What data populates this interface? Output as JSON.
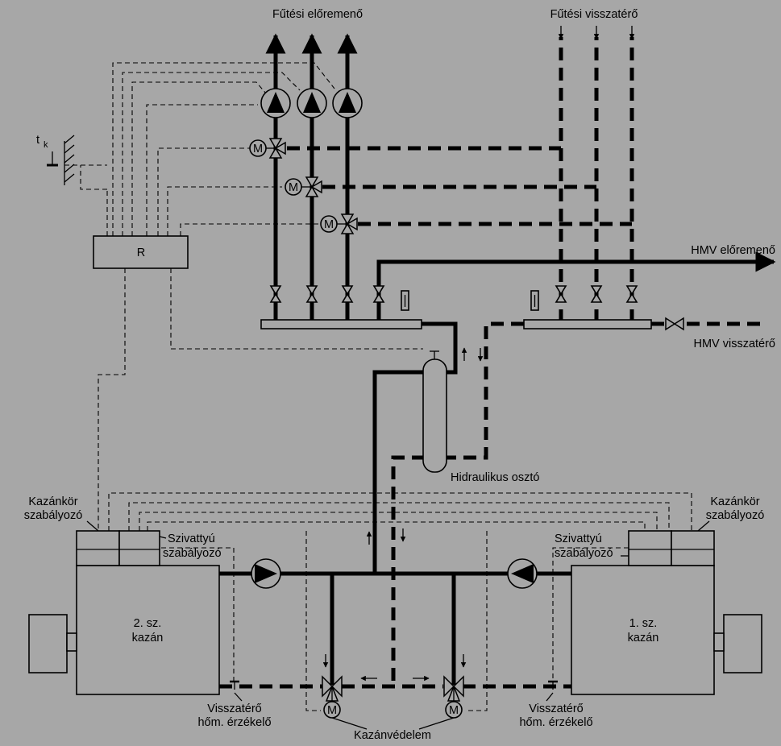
{
  "labels": {
    "heating_flow": "Fűtési előremenő",
    "heating_return": "Fűtési visszatérő",
    "hmv_flow": "HMV előremenő",
    "hmv_return": "HMV visszatérő",
    "hydraulic_separator": "Hidraulikus osztó",
    "controller": "R",
    "outdoor_sensor_main": "t",
    "outdoor_sensor_sub": "k",
    "boiler_circuit_controller_left_1": "Kazánkör",
    "boiler_circuit_controller_left_2": "szabályozó",
    "boiler_circuit_controller_right_1": "Kazánkör",
    "boiler_circuit_controller_right_2": "szabályozó",
    "pump_controller_left_1": "Szivattyú",
    "pump_controller_left_2": "szabályozó",
    "pump_controller_right_1": "Szivattyú",
    "pump_controller_right_2": "szabályozó",
    "boiler_2_line1": "2. sz.",
    "boiler_2_line2": "kazán",
    "boiler_1_line1": "1. sz.",
    "boiler_1_line2": "kazán",
    "return_sensor_left_1": "Visszatérő",
    "return_sensor_left_2": "hőm. érzékelő",
    "return_sensor_right_1": "Visszatérő",
    "return_sensor_right_2": "hőm. érzékelő",
    "boiler_protection": "Kazánvédelem",
    "motor_symbol": "M"
  },
  "colors": {
    "background": "#a7a7a7",
    "line": "#000000"
  }
}
